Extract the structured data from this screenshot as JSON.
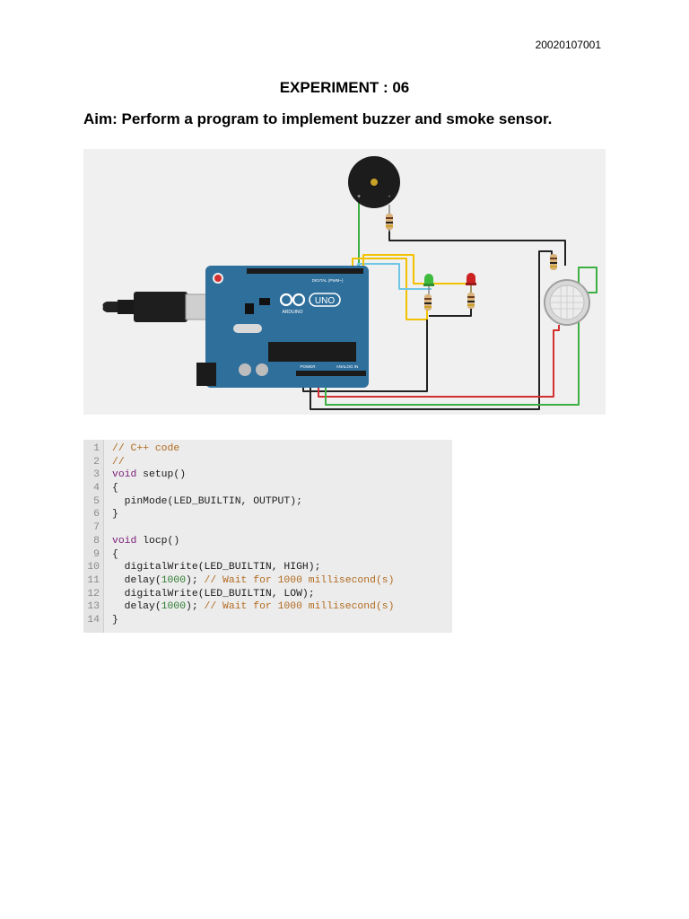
{
  "header": {
    "roll_number": "20020107001",
    "title": "EXPERIMENT : 06",
    "aim": "Aim: Perform a program to implement buzzer and smoke sensor."
  },
  "circuit": {
    "board_label": "UNO",
    "board_brand": "ARDUINO",
    "digital_label": "DIGITAL (PWM~)",
    "power_label": "POWER",
    "analog_label": "ANALOG IN",
    "buzzer_plus": "+",
    "buzzer_minus": "-",
    "colors": {
      "board": "#2f6f9c",
      "wire_green": "#3cb043",
      "wire_red": "#d32f2f",
      "wire_yellow": "#f2c200",
      "wire_cyan": "#6ec6e6",
      "wire_black": "#222222",
      "led_green": "#3dbb3d",
      "led_red": "#cc2222"
    }
  },
  "code": {
    "lines": [
      {
        "num": "1",
        "tokens": [
          {
            "t": "// C++ code",
            "c": "comment"
          }
        ]
      },
      {
        "num": "2",
        "tokens": [
          {
            "t": "//",
            "c": "comment"
          }
        ]
      },
      {
        "num": "3",
        "tokens": [
          {
            "t": "void",
            "c": "keyword"
          },
          {
            "t": " setup()",
            "c": "plain"
          }
        ]
      },
      {
        "num": "4",
        "tokens": [
          {
            "t": "{",
            "c": "plain"
          }
        ]
      },
      {
        "num": "5",
        "tokens": [
          {
            "t": "  pinMode(LED_BUILTIN, OUTPUT);",
            "c": "plain"
          }
        ]
      },
      {
        "num": "6",
        "tokens": [
          {
            "t": "}",
            "c": "plain"
          }
        ]
      },
      {
        "num": "7",
        "tokens": []
      },
      {
        "num": "8",
        "tokens": [
          {
            "t": "void",
            "c": "keyword"
          },
          {
            "t": " locp()",
            "c": "plain"
          }
        ]
      },
      {
        "num": "9",
        "tokens": [
          {
            "t": "{",
            "c": "plain"
          }
        ]
      },
      {
        "num": "10",
        "tokens": [
          {
            "t": "  digitalWrite(LED_BUILTIN, HIGH);",
            "c": "plain"
          }
        ]
      },
      {
        "num": "11",
        "tokens": [
          {
            "t": "  delay(",
            "c": "plain"
          },
          {
            "t": "1000",
            "c": "number"
          },
          {
            "t": "); ",
            "c": "plain"
          },
          {
            "t": "// Wait for 1000 millisecond(s)",
            "c": "comment"
          }
        ]
      },
      {
        "num": "12",
        "tokens": [
          {
            "t": "  digitalWrite(LED_BUILTIN, LOW);",
            "c": "plain"
          }
        ]
      },
      {
        "num": "13",
        "tokens": [
          {
            "t": "  delay(",
            "c": "plain"
          },
          {
            "t": "1000",
            "c": "number"
          },
          {
            "t": "); ",
            "c": "plain"
          },
          {
            "t": "// Wait for 1000 millisecond(s)",
            "c": "comment"
          }
        ]
      },
      {
        "num": "14",
        "tokens": [
          {
            "t": "}",
            "c": "plain"
          }
        ]
      }
    ]
  }
}
